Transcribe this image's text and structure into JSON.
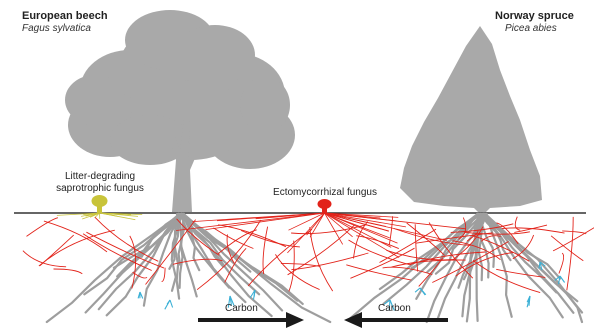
{
  "species": {
    "beech": {
      "name": "European beech",
      "latin": "Fagus sylvatica"
    },
    "spruce": {
      "name": "Norway spruce",
      "latin": "Picea abies"
    }
  },
  "fungi": {
    "saprotrophic": {
      "line1": "Litter-degrading",
      "line2": "saprotrophic fungus"
    },
    "ectomycorrhizal": {
      "label": "Ectomycorrhizal fungus"
    }
  },
  "arrows": {
    "left": {
      "label": "Carbon",
      "direction": "right"
    },
    "right": {
      "label": "Carbon",
      "direction": "left"
    }
  },
  "colors": {
    "tree": "#a9a9a9",
    "roots": "#9e9e9e",
    "ectomycorrhizal_hyphae": "#e2231a",
    "saprotrophic_fungus": "#c8c43a",
    "root_tips": "#3ab0d6",
    "ground_line": "#333333",
    "arrow": "#1a1a1a"
  }
}
